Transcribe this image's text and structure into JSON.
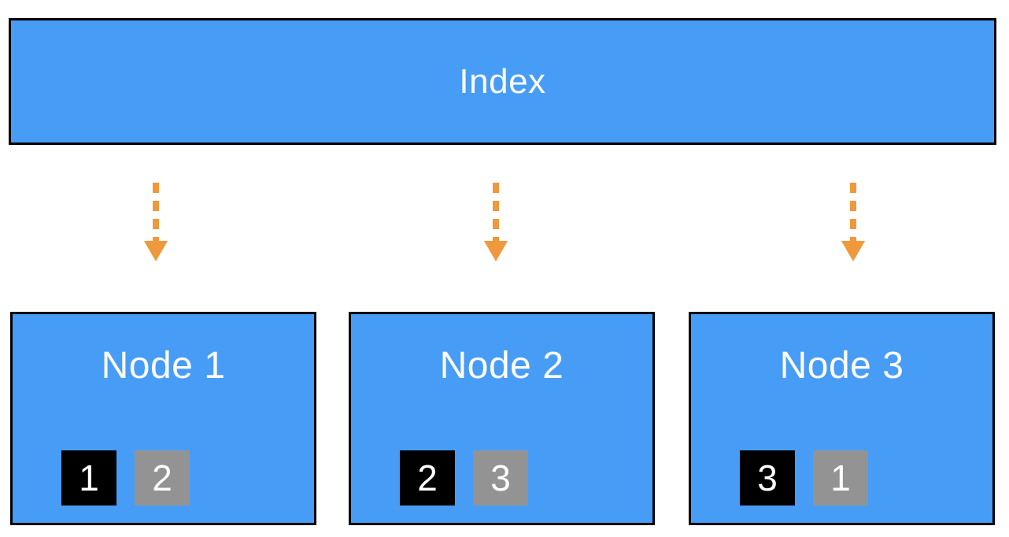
{
  "diagram": {
    "index_label": "Index",
    "nodes": [
      {
        "label": "Node 1",
        "black_square": "1",
        "gray_square": "2"
      },
      {
        "label": "Node 2",
        "black_square": "2",
        "gray_square": "3"
      },
      {
        "label": "Node 3",
        "black_square": "3",
        "gray_square": "1"
      }
    ]
  },
  "colors": {
    "box_blue": "#479CF6",
    "arrow_orange": "#F0983C",
    "square_black": "#000000",
    "square_gray": "#939393",
    "label_white": "#FFFFFF",
    "border_black": "#000000",
    "background_white": "#FFFFFF"
  }
}
